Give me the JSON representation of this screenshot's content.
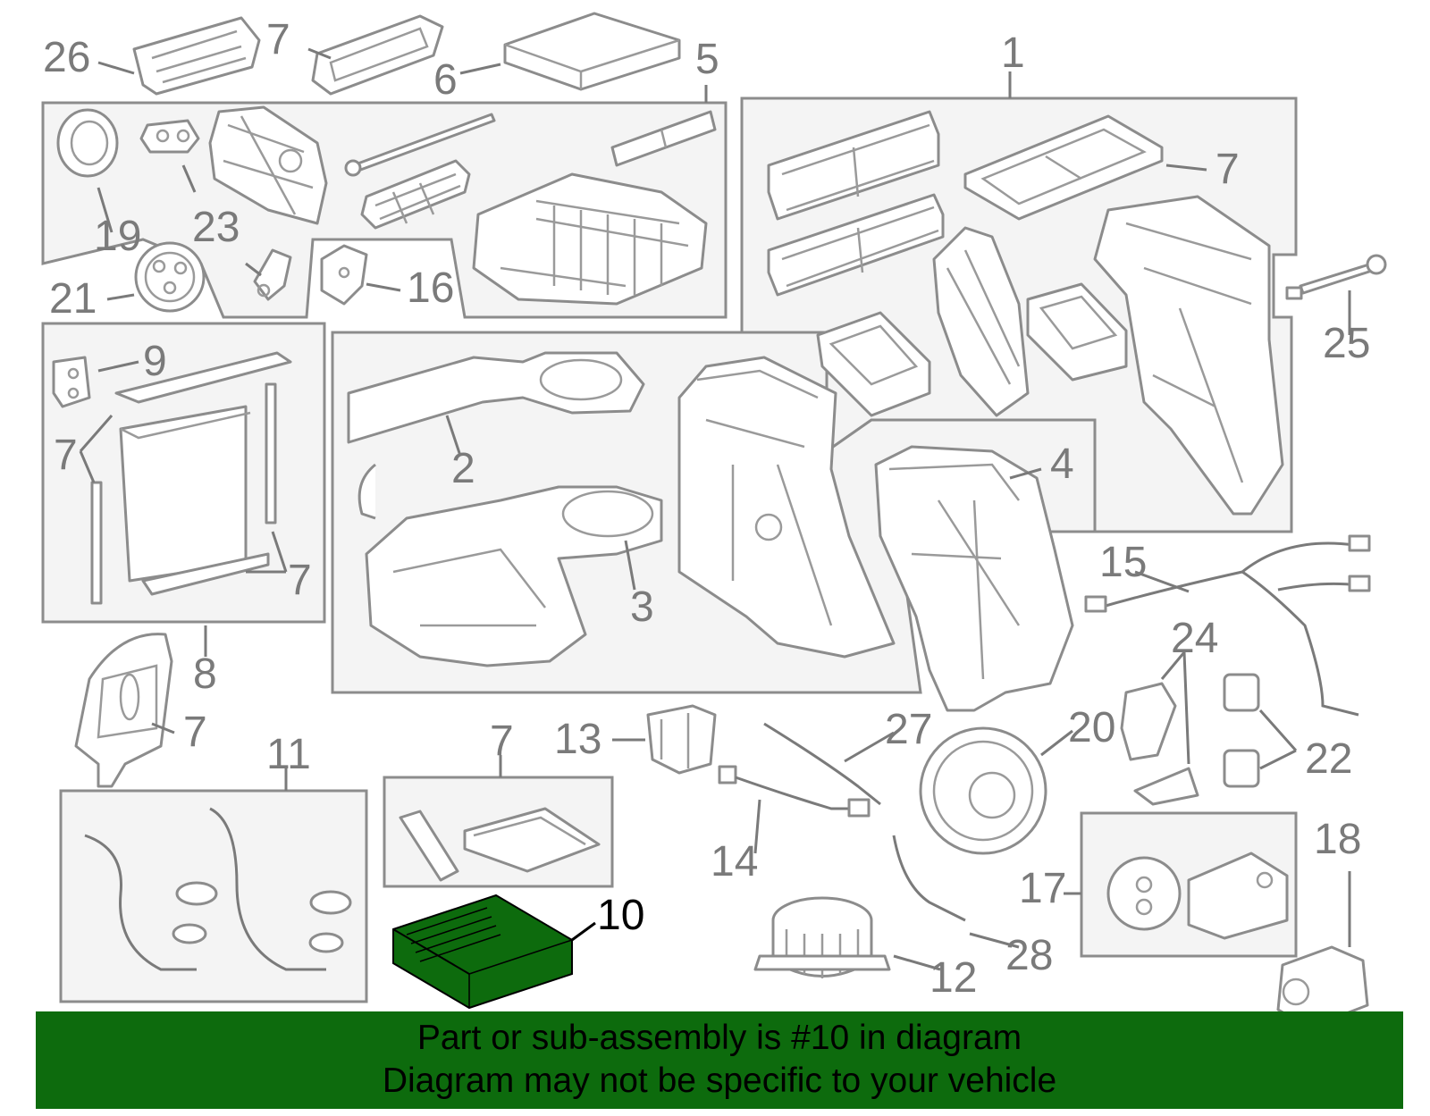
{
  "callouts": {
    "c1": "1",
    "c2": "2",
    "c3": "3",
    "c4": "4",
    "c5": "5",
    "c6": "6",
    "c7": "7",
    "c8": "8",
    "c9": "9",
    "c10": "10",
    "c11": "11",
    "c12": "12",
    "c13": "13",
    "c14": "14",
    "c15": "15",
    "c16": "16",
    "c17": "17",
    "c18": "18",
    "c19": "19",
    "c20": "20",
    "c21": "21",
    "c22": "22",
    "c23": "23",
    "c24": "24",
    "c25": "25",
    "c26": "26",
    "c27": "27",
    "c28": "28"
  },
  "highlight": {
    "part_number": "10",
    "color": "#0d6b0d"
  },
  "banner": {
    "line1": "Part or sub-assembly is #10 in diagram",
    "line2": "Diagram may not be specific to your vehicle",
    "background": "#0d6b0d"
  }
}
